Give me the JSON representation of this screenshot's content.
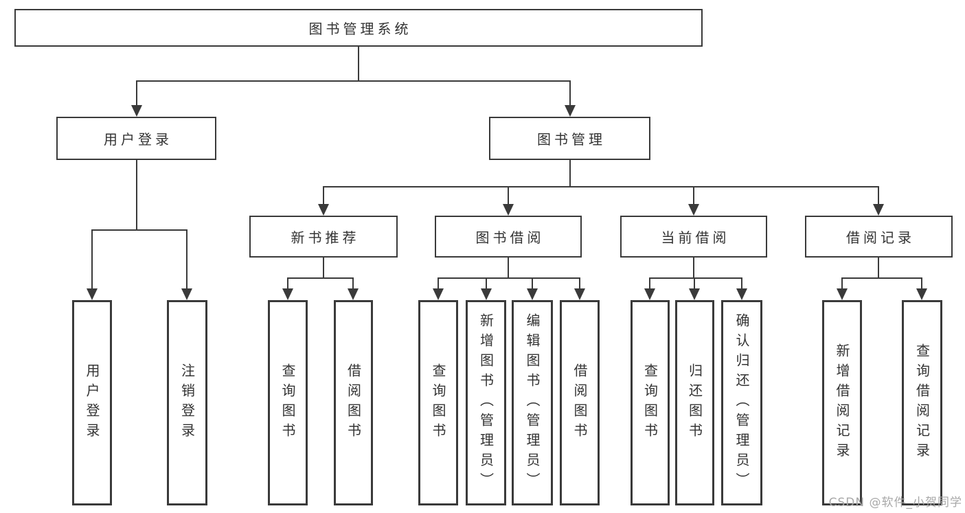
{
  "title": "图书管理系统",
  "level2": [
    "用户登录",
    "图书管理"
  ],
  "level3": [
    "新书推荐",
    "图书借阅",
    "当前借阅",
    "借阅记录"
  ],
  "leaves": [
    "用户登录",
    "注销登录",
    "查询图书",
    "借阅图书",
    "查询图书",
    "新增图书（管理员）",
    "编辑图书（管理员）",
    "借阅图书",
    "查询图书",
    "归还图书",
    "确认归还（管理员）",
    "新增借阅记录",
    "查询借阅记录"
  ],
  "watermark": "CSDN @软件_小贺同学",
  "colors": {
    "line": "#3a3a3a",
    "text": "#333333",
    "watermark": "#a8a8a8",
    "background": "#ffffff"
  }
}
